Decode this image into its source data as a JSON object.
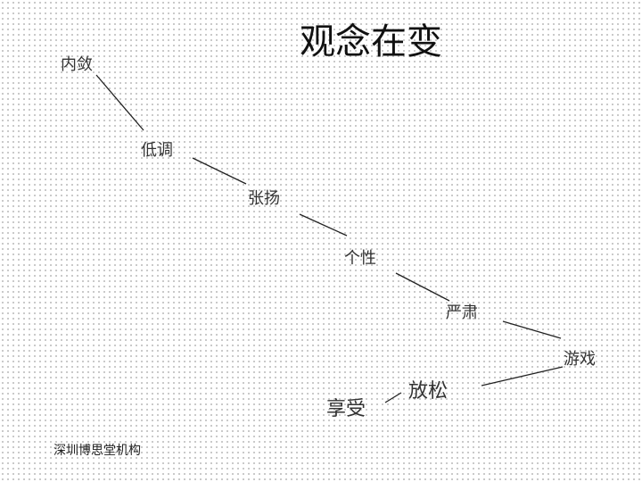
{
  "title": "观念在变",
  "nodes": [
    {
      "id": "n1",
      "label": "内敛"
    },
    {
      "id": "n2",
      "label": "低调"
    },
    {
      "id": "n3",
      "label": "张扬"
    },
    {
      "id": "n4",
      "label": "个性"
    },
    {
      "id": "n5",
      "label": "严肃"
    },
    {
      "id": "n6",
      "label": "游戏"
    },
    {
      "id": "n7",
      "label": "放松"
    },
    {
      "id": "n8",
      "label": "享受"
    }
  ],
  "footer": "深圳博思堂机构"
}
